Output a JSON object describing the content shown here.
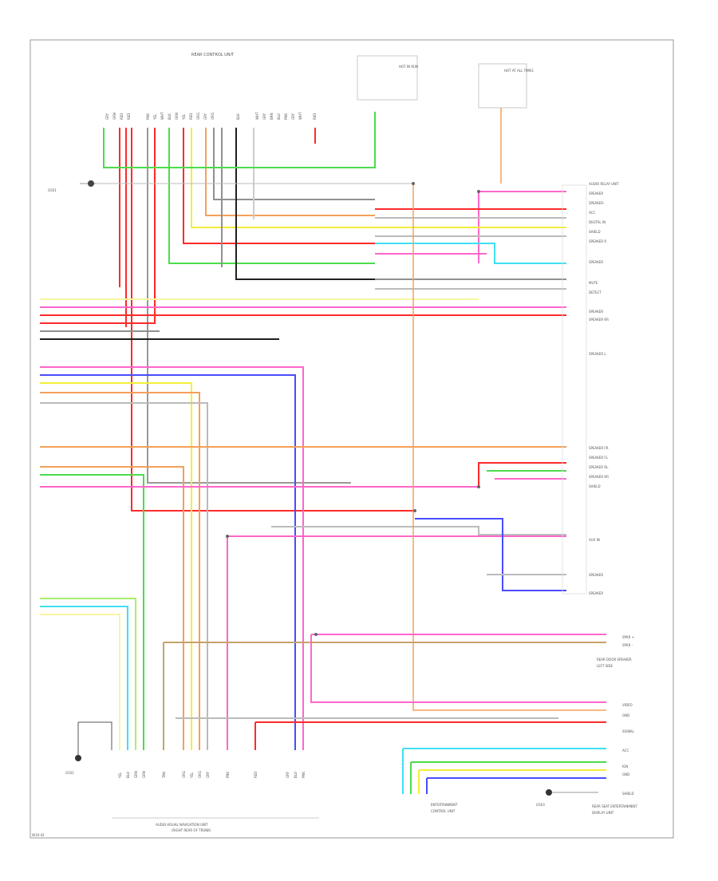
{
  "diagram": {
    "labels": {
      "top_connector": "REAR CONTROL UNIT",
      "bottom_unit_1": "AUDIO-VISUAL NAVIGATION UNIT",
      "bottom_unit_2": "(RIGHT REAR OF TRUNK)",
      "right_unit": "AUDIO RELAY UNIT",
      "rear_speaker_1": "REAR DOOR SPEAKER",
      "rear_speaker_2": "LEFT SIDE",
      "lower_right_1": "REAR SEAT ENTERTAINMENT",
      "lower_right_2": "DISPLAY UNIT",
      "lower_center_1": "ENTERTAINMENT",
      "lower_center_2": "CONTROL UNIT",
      "ground_left": "G501",
      "ground_bottom": "G502",
      "ground_right": "G503",
      "footer_code": "W1X-42"
    },
    "wire_colors": {
      "red": "#ff2a2a",
      "pink": "#ff66cc",
      "green": "#4cdc4c",
      "yellow": "#f2ee3a",
      "cyan": "#3ee0f0",
      "blue": "#4a4cff",
      "orange": "#f5a05a",
      "tan": "#c6a26a",
      "gray": "#909090",
      "black": "#202020",
      "lightgreen": "#a8ef6e",
      "lightyellow": "#f8f6a0"
    }
  }
}
